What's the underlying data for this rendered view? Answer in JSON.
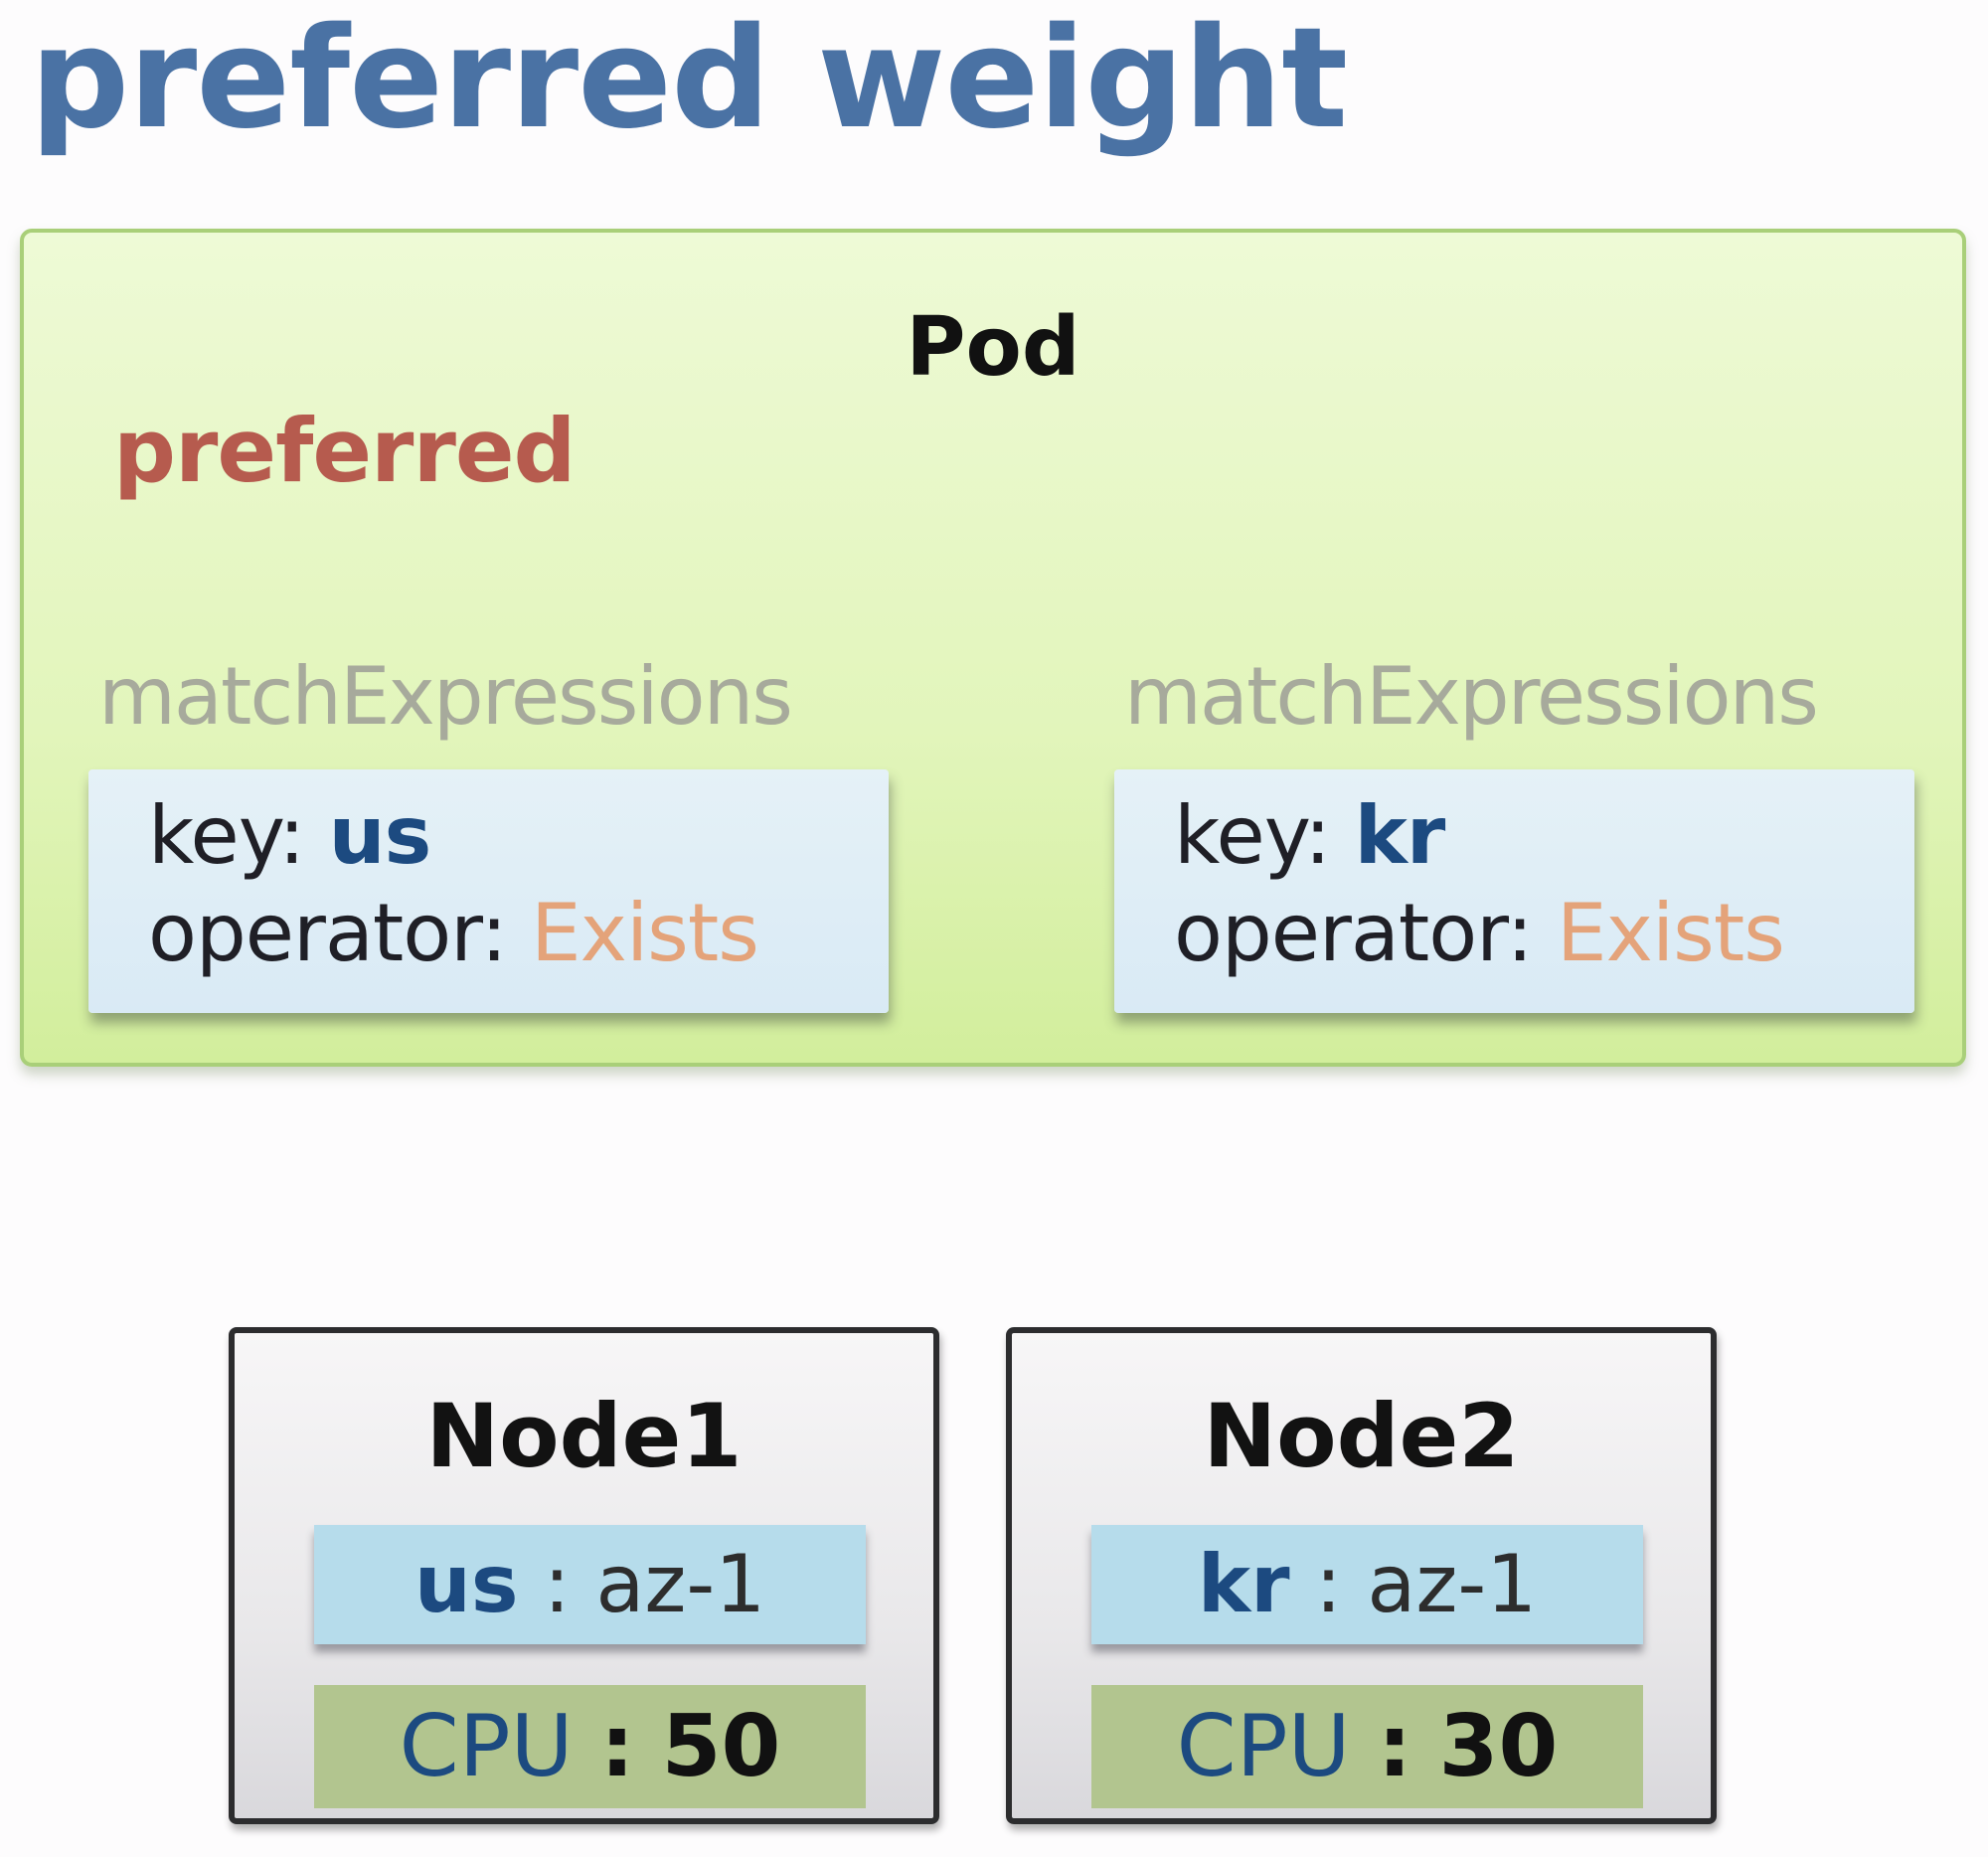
{
  "title": "preferred weight",
  "pod": {
    "label": "Pod",
    "mode": "preferred",
    "match_expressions": [
      {
        "title": "matchExpressions",
        "key_label": "key:",
        "key_value": "us",
        "operator_label": "operator:",
        "operator_value": "Exists"
      },
      {
        "title": "matchExpressions",
        "key_label": "key:",
        "key_value": "kr",
        "operator_label": "operator:",
        "operator_value": "Exists"
      }
    ]
  },
  "nodes": [
    {
      "name": "Node1",
      "label_key": "us",
      "label_sep": ":",
      "label_value": "az-1",
      "cpu_label": "CPU",
      "cpu_sep": ":",
      "cpu_value": "50"
    },
    {
      "name": "Node2",
      "label_key": "kr",
      "label_sep": ":",
      "label_value": "az-1",
      "cpu_label": "CPU",
      "cpu_sep": ":",
      "cpu_value": "30"
    }
  ],
  "colors": {
    "title": "#4a72a4",
    "mode": "#b65b4e",
    "key_value": "#1c4a80",
    "operator_value": "#e4a37a",
    "pod_background": "#e2f5bb",
    "pod_border": "#a9cf79",
    "expression_background": "#d9eaf5",
    "node_label_background": "#b6dceb",
    "node_cpu_background": "#b2c58f"
  }
}
